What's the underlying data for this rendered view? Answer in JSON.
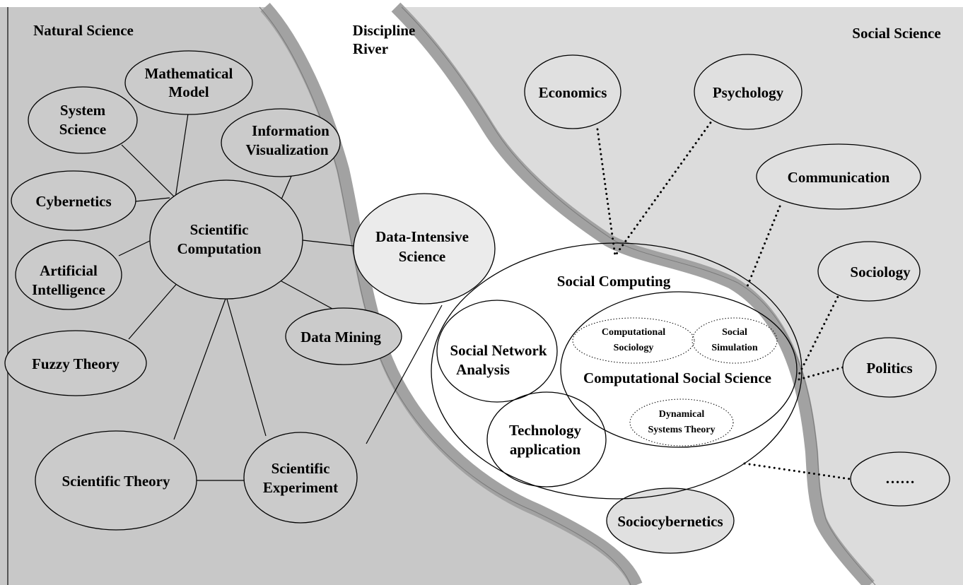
{
  "regions": {
    "natural": "Natural Science",
    "river_line1": "Discipline",
    "river_line2": "River",
    "social": "Social Science"
  },
  "nodes": {
    "mathematical_model": [
      "Mathematical",
      "Model"
    ],
    "system_science": [
      "System",
      "Science"
    ],
    "information_visualization": [
      "Information",
      "Visualization"
    ],
    "cybernetics": [
      "Cybernetics"
    ],
    "scientific_computation": [
      "Scientific",
      "Computation"
    ],
    "artificial_intelligence": [
      "Artificial",
      "Intelligence"
    ],
    "fuzzy_theory": [
      "Fuzzy Theory"
    ],
    "data_mining": [
      "Data Mining"
    ],
    "data_intensive_science": [
      "Data-Intensive",
      "Science"
    ],
    "scientific_theory": [
      "Scientific Theory"
    ],
    "scientific_experiment": [
      "Scientific",
      "Experiment"
    ],
    "economics": [
      "Economics"
    ],
    "psychology": [
      "Psychology"
    ],
    "communication": [
      "Communication"
    ],
    "sociology": [
      "Sociology"
    ],
    "politics": [
      "Politics"
    ],
    "ellipsis": [
      "……"
    ],
    "sociocybernetics": [
      "Sociocybernetics"
    ],
    "social_computing": [
      "Social Computing"
    ],
    "social_network_analysis": [
      "Social Network",
      "Analysis"
    ],
    "technology_application": [
      "Technology",
      "application"
    ],
    "computational_social_science": [
      "Computational Social Science"
    ],
    "computational_sociology": [
      "Computational",
      "Sociology"
    ],
    "social_simulation": [
      "Social",
      "Simulation"
    ],
    "dynamical_systems_theory": [
      "Dynamical",
      "Systems Theory"
    ]
  },
  "colors": {
    "natural_fill": "#c8c8c8",
    "river_bank": "#a2a2a2",
    "river_water": "#ebebeb",
    "social_fill": "#dcdcdc",
    "node_natural": "#cbcbcb",
    "node_social": "#e0e0e0"
  }
}
